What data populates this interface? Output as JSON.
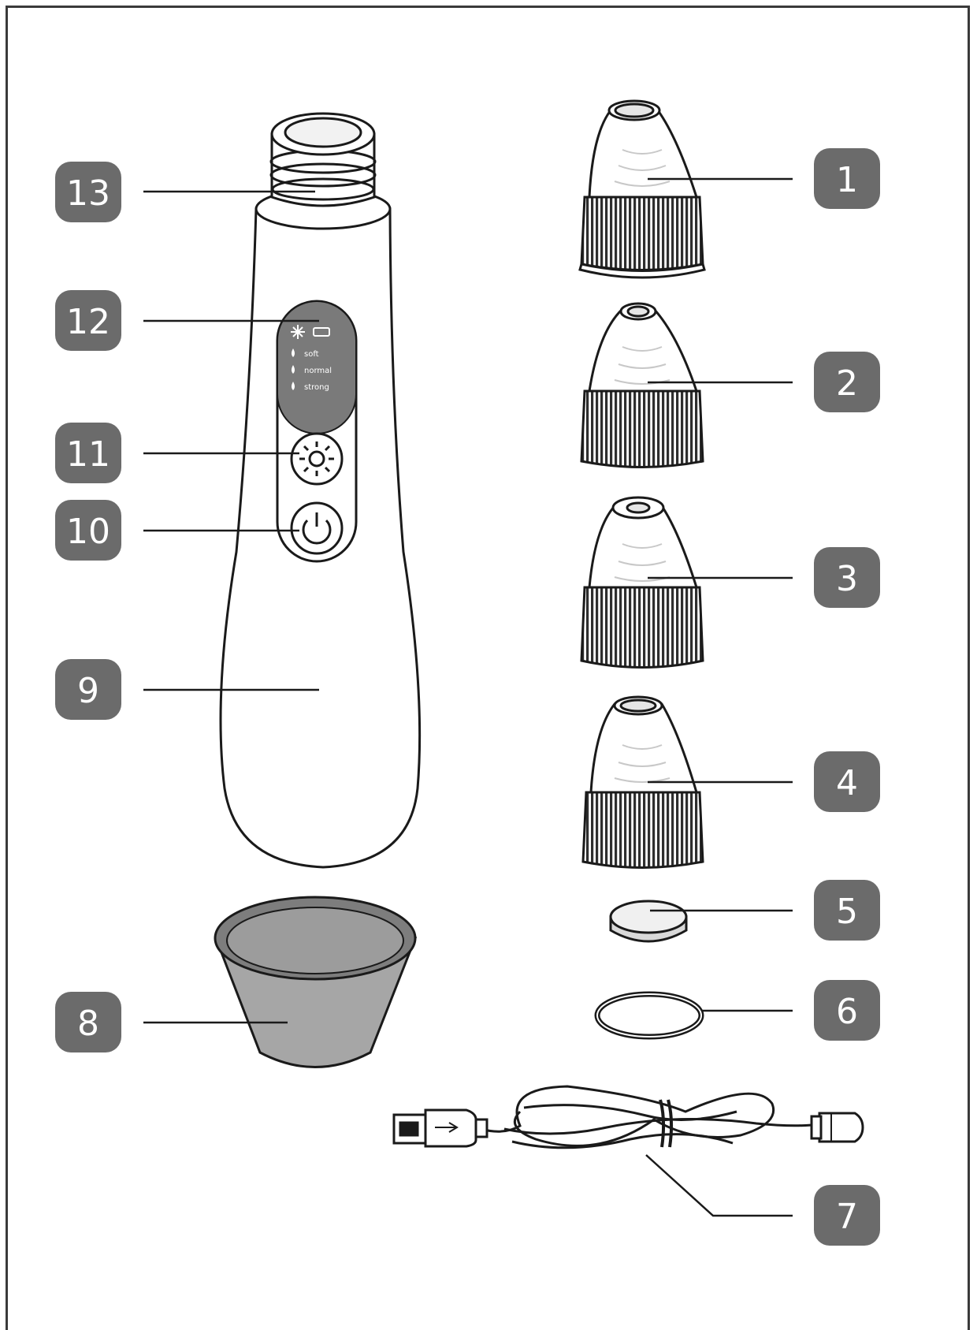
{
  "colors": {
    "badge": "#6b6b6b",
    "stroke": "#1a1a1a",
    "panel": "#7a7a7a",
    "bowl": "#a6a6a6",
    "bowl_rim": "#7d7d7d",
    "ribbed": "#3d3d3d"
  },
  "control_panel": {
    "mode_soft": "soft",
    "mode_normal": "normal",
    "mode_strong": "strong"
  },
  "callouts": {
    "c1": "1",
    "c2": "2",
    "c3": "3",
    "c4": "4",
    "c5": "5",
    "c6": "6",
    "c7": "7",
    "c8": "8",
    "c9": "9",
    "c10": "10",
    "c11": "11",
    "c12": "12",
    "c13": "13"
  },
  "icons": [
    "light-sun-icon",
    "battery-icon",
    "water-drop-icon",
    "power-icon"
  ]
}
